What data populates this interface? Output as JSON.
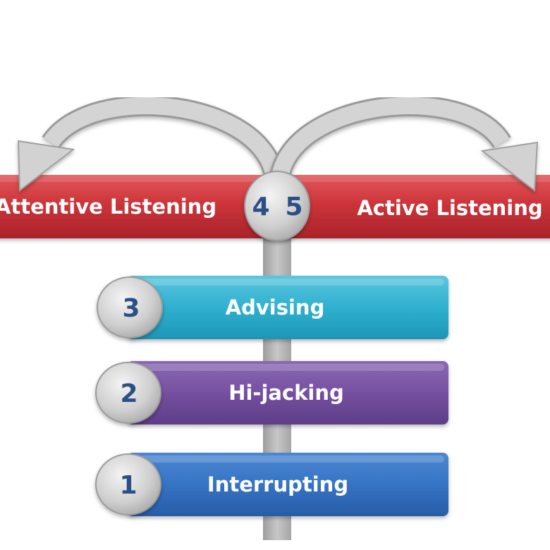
{
  "banner": {
    "left_label": "Attentive Listening",
    "right_label": "Active Listening",
    "center_left_number": "4",
    "center_right_number": "5"
  },
  "steps": [
    {
      "number": "3",
      "label": "Advising"
    },
    {
      "number": "2",
      "label": "Hi-jacking"
    },
    {
      "number": "1",
      "label": "Interrupting"
    }
  ],
  "colors": {
    "banner": "#c9343a",
    "advising": "#2fb0cf",
    "hijacking": "#7550a0",
    "interrupting": "#3673c4",
    "number_text": "#2c4f86",
    "arrow": "#c8c8c8"
  }
}
